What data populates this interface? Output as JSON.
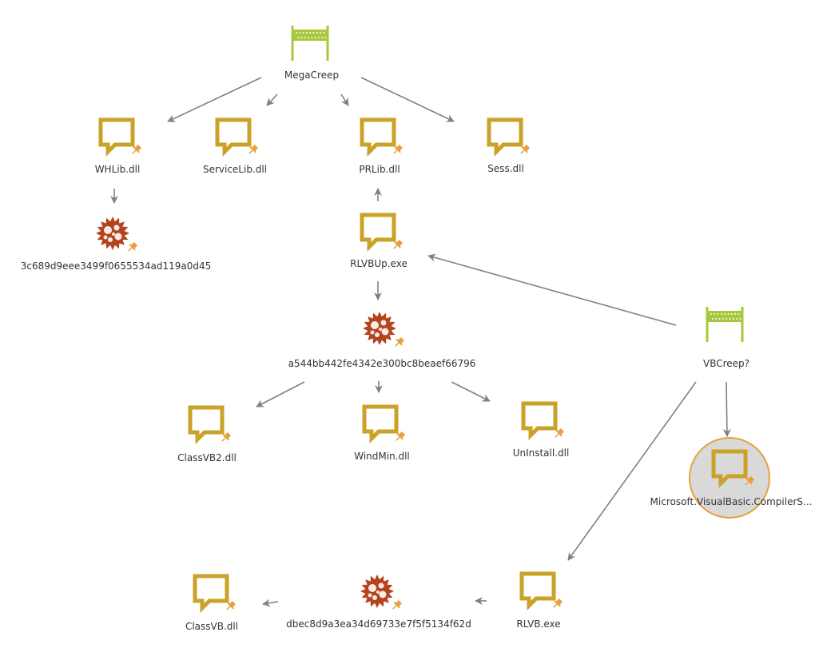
{
  "colors": {
    "edge": "#808080",
    "campaign": "#a8c83c",
    "note": "#c9a227",
    "malware": "#b5431d",
    "pin": "#e8a03c",
    "selected_fill": "#d9d9d9",
    "selected_ring": "#e8a03c",
    "label": "#333333"
  },
  "nodes": {
    "megacreep": {
      "type": "campaign",
      "icon": "campaign-flag-icon",
      "label": "MegaCreep"
    },
    "whlib": {
      "type": "note",
      "icon": "comment-icon",
      "label": "WHLib.dll"
    },
    "servicelib": {
      "type": "note",
      "icon": "comment-icon",
      "label": "ServiceLib.dll"
    },
    "prlib": {
      "type": "note",
      "icon": "comment-icon",
      "label": "PRLib.dll"
    },
    "sess": {
      "type": "note",
      "icon": "comment-icon",
      "label": "Sess.dll"
    },
    "hash1": {
      "type": "malware",
      "icon": "malware-icon",
      "label": "3c689d9eee3499f0655534ad119a0d45"
    },
    "rlvbup": {
      "type": "note",
      "icon": "comment-icon",
      "label": "RLVBUp.exe"
    },
    "hash2": {
      "type": "malware",
      "icon": "malware-icon",
      "label": "a544bb442fe4342e300bc8beaef66796"
    },
    "vbcreep": {
      "type": "campaign",
      "icon": "campaign-flag-icon",
      "label": "VBCreep?"
    },
    "classvb2": {
      "type": "note",
      "icon": "comment-icon",
      "label": "ClassVB2.dll"
    },
    "windmin": {
      "type": "note",
      "icon": "comment-icon",
      "label": "WindMin.dll"
    },
    "uninstall": {
      "type": "note",
      "icon": "comment-icon",
      "label": "UnInstall.dll"
    },
    "msvb": {
      "type": "note",
      "icon": "comment-icon",
      "label": "Microsoft.VisualBasic.CompilerS...",
      "selected": true
    },
    "classvb": {
      "type": "note",
      "icon": "comment-icon",
      "label": "ClassVB.dll"
    },
    "hash3": {
      "type": "malware",
      "icon": "malware-icon",
      "label": "dbec8d9a3ea34d69733e7f5f5134f62d"
    },
    "rlvb": {
      "type": "note",
      "icon": "comment-icon",
      "label": "RLVB.exe"
    }
  },
  "edges": [
    [
      "megacreep",
      "whlib"
    ],
    [
      "megacreep",
      "servicelib"
    ],
    [
      "megacreep",
      "prlib"
    ],
    [
      "megacreep",
      "sess"
    ],
    [
      "whlib",
      "hash1"
    ],
    [
      "rlvbup",
      "prlib"
    ],
    [
      "rlvbup",
      "hash2"
    ],
    [
      "vbcreep",
      "rlvbup"
    ],
    [
      "hash2",
      "classvb2"
    ],
    [
      "hash2",
      "windmin"
    ],
    [
      "hash2",
      "uninstall"
    ],
    [
      "vbcreep",
      "msvb"
    ],
    [
      "vbcreep",
      "rlvb"
    ],
    [
      "rlvb",
      "hash3"
    ],
    [
      "hash3",
      "classvb"
    ]
  ]
}
